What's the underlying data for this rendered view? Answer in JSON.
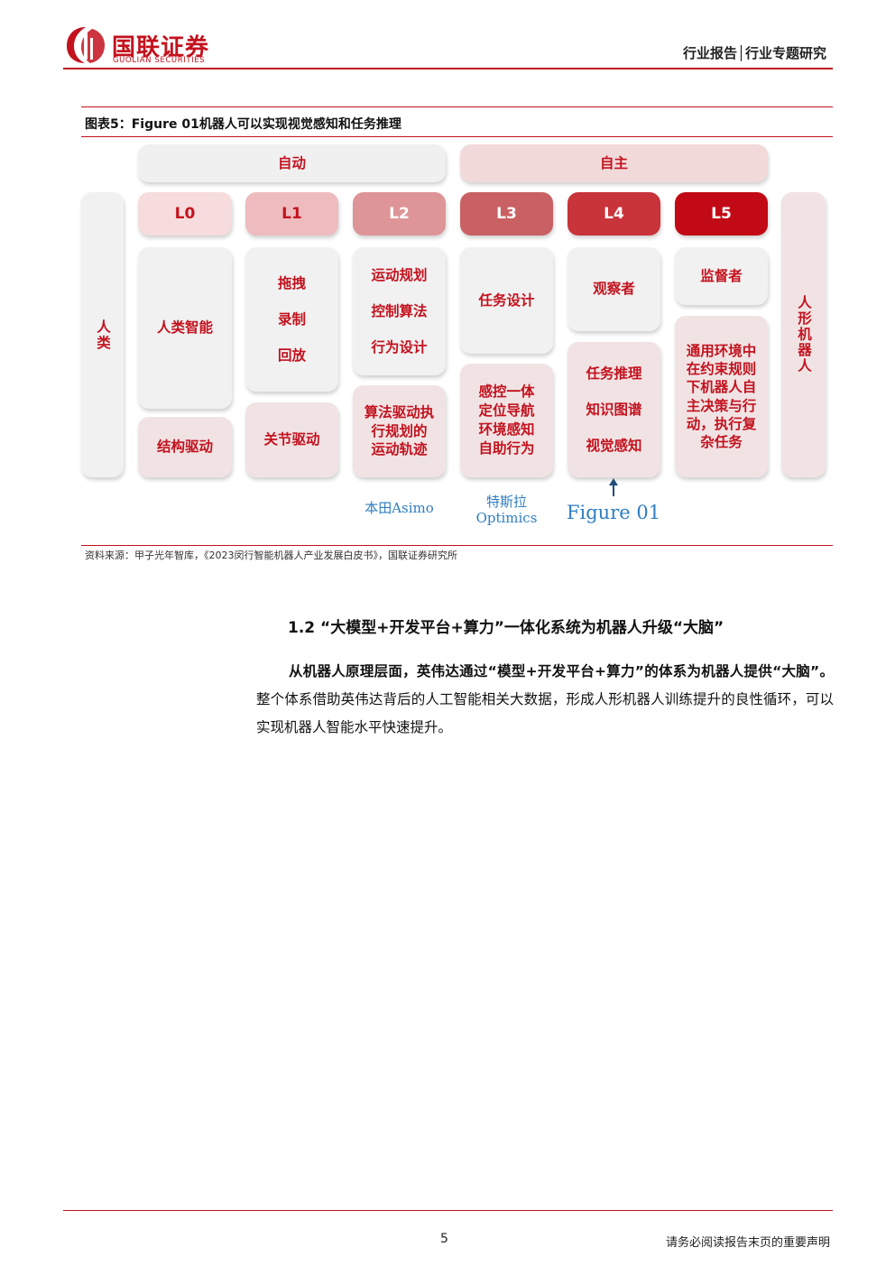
{
  "header": {
    "logo_cn": "国联证券",
    "logo_en": "GUOLIAN SECURITIES",
    "right": "行业报告│行业专题研究",
    "brand_color": "#c3121e"
  },
  "figure": {
    "caption": "图表5：Figure 01机器人可以实现视觉感知和任务推理",
    "categories": {
      "auto": "自动",
      "self": "自主"
    },
    "side_left": "人类",
    "side_right": "人形机器人",
    "levels": [
      "L0",
      "L1",
      "L2",
      "L3",
      "L4",
      "L5"
    ],
    "cols": {
      "l0": {
        "top": "人类智能",
        "bottom": "结构驱动"
      },
      "l1": {
        "top": [
          "拖拽",
          "录制",
          "回放"
        ],
        "bottom": "关节驱动"
      },
      "l2": {
        "top": [
          "运动规划",
          "控制算法",
          "行为设计"
        ],
        "bottom": [
          "算法驱动执",
          "行规划的",
          "运动轨迹"
        ]
      },
      "l3": {
        "top": "任务设计",
        "bottom": [
          "感控一体",
          "定位导航",
          "环境感知",
          "自助行为"
        ]
      },
      "l4": {
        "top": "观察者",
        "bottom": [
          "任务推理",
          "知识图谱",
          "视觉感知"
        ]
      },
      "l5": {
        "top": "监督者",
        "bottom": [
          "通用环境中",
          "在约束规则",
          "下机器人自",
          "主决策与行",
          "动，执行复",
          "杂任务"
        ]
      }
    },
    "labels_below": {
      "honda": "本田Asimo",
      "tesla_1": "特斯拉",
      "tesla_2": "Optimics",
      "figure": "Figure 01"
    },
    "source": "资料来源：甲子光年智库，《2023闵行智能机器人产业发展白皮书》，国联证券研究所"
  },
  "section": {
    "title": "1.2 “大模型+开发平台+算力”一体化系统为机器人升级“大脑”",
    "para_bold": "从机器人原理层面，英伟达通过“模型+开发平台+算力”的体系为机器人提供“大脑”。",
    "para_rest": "整个体系借助英伟达背后的人工智能相关大数据，形成人形机器人训练提升的良性循环，可以实现机器人智能水平快速提升。"
  },
  "footer": {
    "page": "5",
    "note": "请务必阅读报告末页的重要声明"
  }
}
